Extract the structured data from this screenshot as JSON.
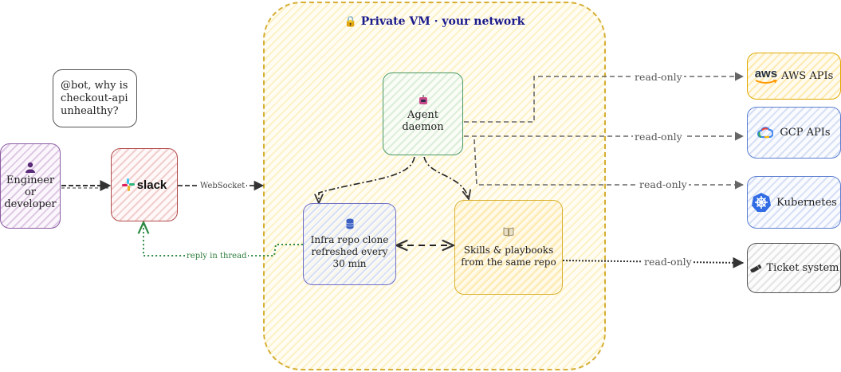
{
  "vm": {
    "icon": "lock-icon",
    "title": "Private VM · your network",
    "border_color": "#d4aa2a",
    "title_color": "#1a1a8c"
  },
  "speech_bubble": {
    "text": "@bot, why is checkout-api unhealthy?"
  },
  "engineer": {
    "icon": "person-icon",
    "label": "Engineer or developer",
    "border_color": "#8a5aa0"
  },
  "slack": {
    "icon": "slack-logo-icon",
    "label": "slack",
    "border_color": "#b24a4a"
  },
  "agent": {
    "icon": "robot-icon",
    "label": "Agent daemon",
    "border_color": "#4a9a63"
  },
  "infra_repo": {
    "icon": "database-icon",
    "label": "Infra repo clone refreshed every 30 min",
    "border_color": "#6f6fc4"
  },
  "skills": {
    "icon": "book-icon",
    "label": "Skills & playbooks from the same repo",
    "border_color": "#d9b232"
  },
  "aws": {
    "icon": "aws-logo-icon",
    "logo_text": "aws",
    "label": "AWS APIs",
    "border_color": "#e0a800"
  },
  "gcp": {
    "icon": "gcp-cloud-icon",
    "label": "GCP APIs",
    "border_color": "#5b7fd0"
  },
  "kubernetes": {
    "icon": "kubernetes-helm-icon",
    "label": "Kubernetes",
    "border_color": "#5b7fd0"
  },
  "ticket": {
    "icon": "ticket-icon",
    "label": "Ticket system",
    "border_color": "#555555"
  },
  "edges": {
    "websocket": "WebSocket",
    "reply": "reply in thread",
    "read_only_aws": "read-only",
    "read_only_gcp": "read-only",
    "read_only_k8s": "read-only",
    "read_only_ticket": "read-only"
  }
}
